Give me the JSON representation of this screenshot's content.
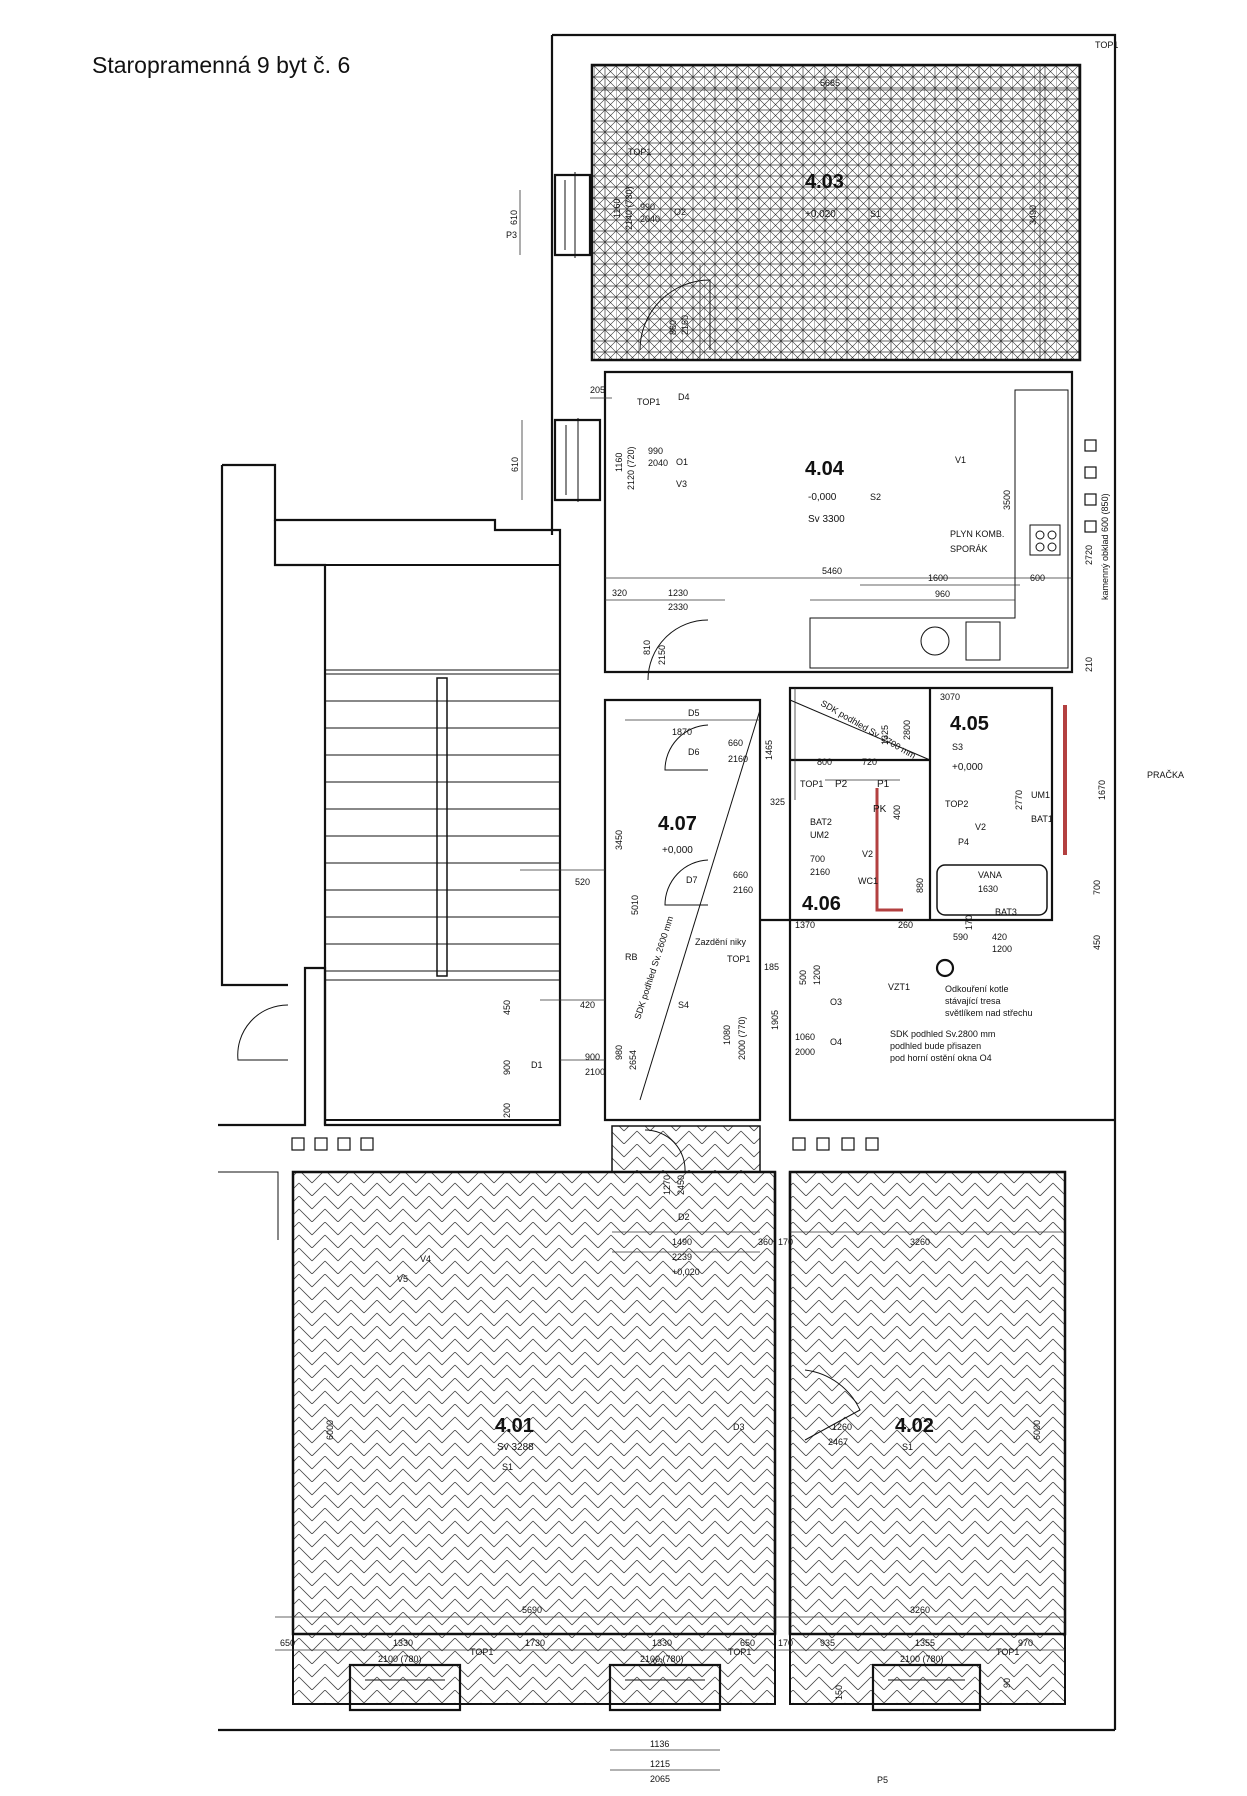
{
  "title": "Staropramenná 9 byt č. 6",
  "rooms": [
    {
      "id": "r401",
      "number": "4.01",
      "sub": "Sv 3288",
      "tag": "S1",
      "floor": "herringbone"
    },
    {
      "id": "r402",
      "number": "4.02",
      "sub": "",
      "tag": "S1",
      "floor": "herringbone"
    },
    {
      "id": "r403",
      "number": "4.03",
      "sub": "+0,020",
      "tag": "S1",
      "floor": "herringbone"
    },
    {
      "id": "r404",
      "number": "4.04",
      "sub": "-0,000",
      "sub2": "Sv 3300",
      "tag": "S2",
      "floor": "plain"
    },
    {
      "id": "r405",
      "number": "4.05",
      "sub": "+0,000",
      "tag": "S3",
      "floor": "plain"
    },
    {
      "id": "r406",
      "number": "4.06",
      "sub": "",
      "tag": "",
      "floor": "plain"
    },
    {
      "id": "r407",
      "number": "4.07",
      "sub": "+0,000",
      "tag": "S4",
      "floor": "plain"
    }
  ],
  "labels": {
    "plyn": "PLYN KOMB.",
    "sporak": "SPORÁK",
    "pracka": "PRAČKA",
    "vana": "VANA",
    "vana_dim": "1630",
    "zazdeni": "Zazdění niky",
    "vzt1": "VZT1",
    "odkoureni": [
      "Odkouření kotle",
      "stávající tresa",
      "světlíkem nad střechu"
    ],
    "sdk": [
      "SDK podhled Sv.2800 mm",
      "podhled bude přisazen",
      "pod horní ostění okna O4"
    ],
    "sdk_diag1": "SDK podhled Sv. 2700 mm",
    "sdk_diag2": "SDK podhled Sv. 2600 mm",
    "rb": "RB",
    "lin_odvod": "kamenný obklad 600 (850)"
  },
  "tags": {
    "top1": "TOP1",
    "top2": "TOP2",
    "p1": "P1",
    "p2": "P2",
    "p3": "P3",
    "p4": "P4",
    "p5": "P5",
    "pk": "PK",
    "um1": "UM1",
    "bat1": "BAT1",
    "bat2": "BAT2",
    "um2": "UM2",
    "bat3": "BAT3",
    "wc1": "WC1",
    "o1": "O1",
    "o2": "O2",
    "o3": "O3",
    "o4": "O4",
    "d1": "D1",
    "d2": "D2",
    "d3": "D3",
    "d4": "D4",
    "d5": "D5",
    "d6": "D6",
    "d7": "D7",
    "v1": "V1",
    "v2": "V2",
    "v3": "V3",
    "v4": "V4",
    "v5": "V5"
  },
  "dims": {
    "d5685": "5685",
    "d3490": "3490",
    "d610a": "610",
    "d990a": "990",
    "d2040a": "2040",
    "d1160a": "1160",
    "d2140": "2140 (730)",
    "d860": "860",
    "d2160": "2160",
    "d205": "205",
    "d610b": "610",
    "d990b": "990",
    "d2040b": "2040",
    "d1160b": "1160",
    "d2120": "2120 (720)",
    "d3500": "3500",
    "d5460": "5460",
    "d320": "320",
    "d1230": "1230",
    "d2330": "2330",
    "d1600": "1600",
    "d960": "960",
    "d600": "600",
    "d2720": "2720",
    "d210": "210",
    "d810": "810",
    "d2150": "2150",
    "d1870": "1870",
    "d660": "660",
    "d2160b": "2160",
    "d1465": "1465",
    "d800": "800",
    "d720": "720",
    "d2800": "2800",
    "d1325": "1325",
    "d3070": "3070",
    "d325": "325",
    "d400": "400",
    "d2770": "2770",
    "d1670": "1670",
    "d700a": "700",
    "d2160c": "2160",
    "d660b": "660",
    "d2160d": "2160",
    "d880": "880",
    "d700b": "700",
    "d590": "590",
    "d170": "170",
    "d420a": "420",
    "d1200": "1200",
    "d450": "450",
    "d1370": "1370",
    "d260": "260",
    "d3450": "3450",
    "d5010": "5010",
    "d520": "520",
    "d185": "185",
    "d500": "500",
    "d1200b": "1200",
    "d1080": "1080",
    "d2000a": "2000 (770)",
    "d1905": "1905",
    "d1060": "1060",
    "d2000b": "2000",
    "d450b": "450",
    "d420b": "420",
    "d900a": "900",
    "d900b": "900",
    "d2100": "2100",
    "d200": "200",
    "d980": "980",
    "d2654": "2654",
    "d1270": "1270",
    "d2450": "2450",
    "d1490": "1490",
    "d2239": "2239",
    "d360": "360",
    "d170b": "170",
    "d3260a": "3260",
    "d6000a": "6000",
    "d6000b": "6000",
    "d1260": "1260",
    "d2467": "2467",
    "d5690": "5690",
    "d3260b": "3260",
    "d650": "650",
    "d1330a": "1330",
    "d1730": "1730",
    "d1330b": "1330",
    "d650b": "650",
    "d170c": "170",
    "d935": "935",
    "d1355": "1355",
    "d970": "970",
    "d2100a": "2100 (780)",
    "d2100b": "2100 (780)",
    "d2100c": "2100 (780)",
    "d150": "150",
    "d90": "90",
    "d1136": "1136",
    "d1215": "1215",
    "d2065": "2065",
    "lv1": "+0,020",
    "lv2": "+0,020"
  }
}
